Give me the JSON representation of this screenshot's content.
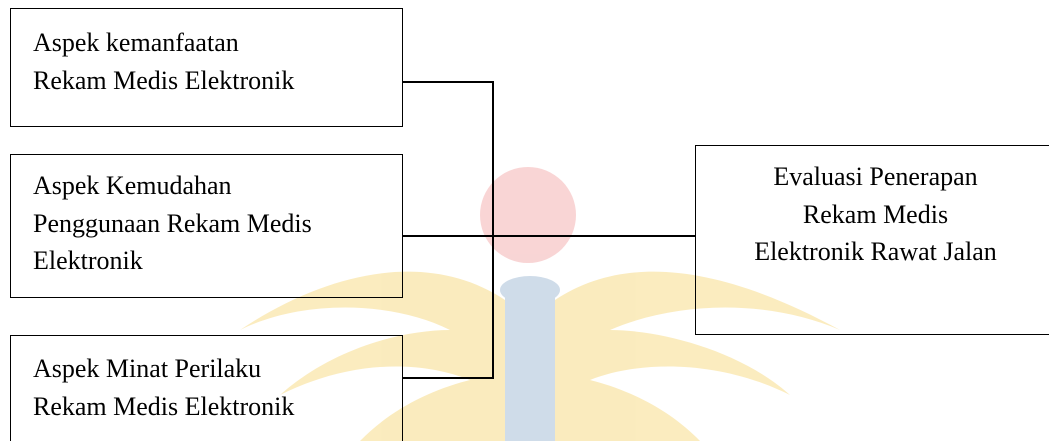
{
  "diagram": {
    "boxes": {
      "kemanfaatan": {
        "lines": [
          "Aspek kemanfaatan",
          "Rekam Medis Elektronik"
        ]
      },
      "kemudahan": {
        "lines": [
          "Aspek Kemudahan",
          "Penggunaan Rekam Medis",
          "Elektronik"
        ]
      },
      "minat": {
        "lines": [
          "Aspek Minat Perilaku",
          "Rekam Medis Elektronik"
        ]
      },
      "evaluasi": {
        "lines": [
          "Evaluasi Penerapan",
          "Rekam Medis",
          "Elektronik Rawat Jalan"
        ]
      }
    },
    "colors": {
      "line": "#000000",
      "watermark_gold": "#f7dc8a",
      "watermark_red": "#f4b3b3",
      "watermark_blue": "#a9c0d8"
    }
  }
}
